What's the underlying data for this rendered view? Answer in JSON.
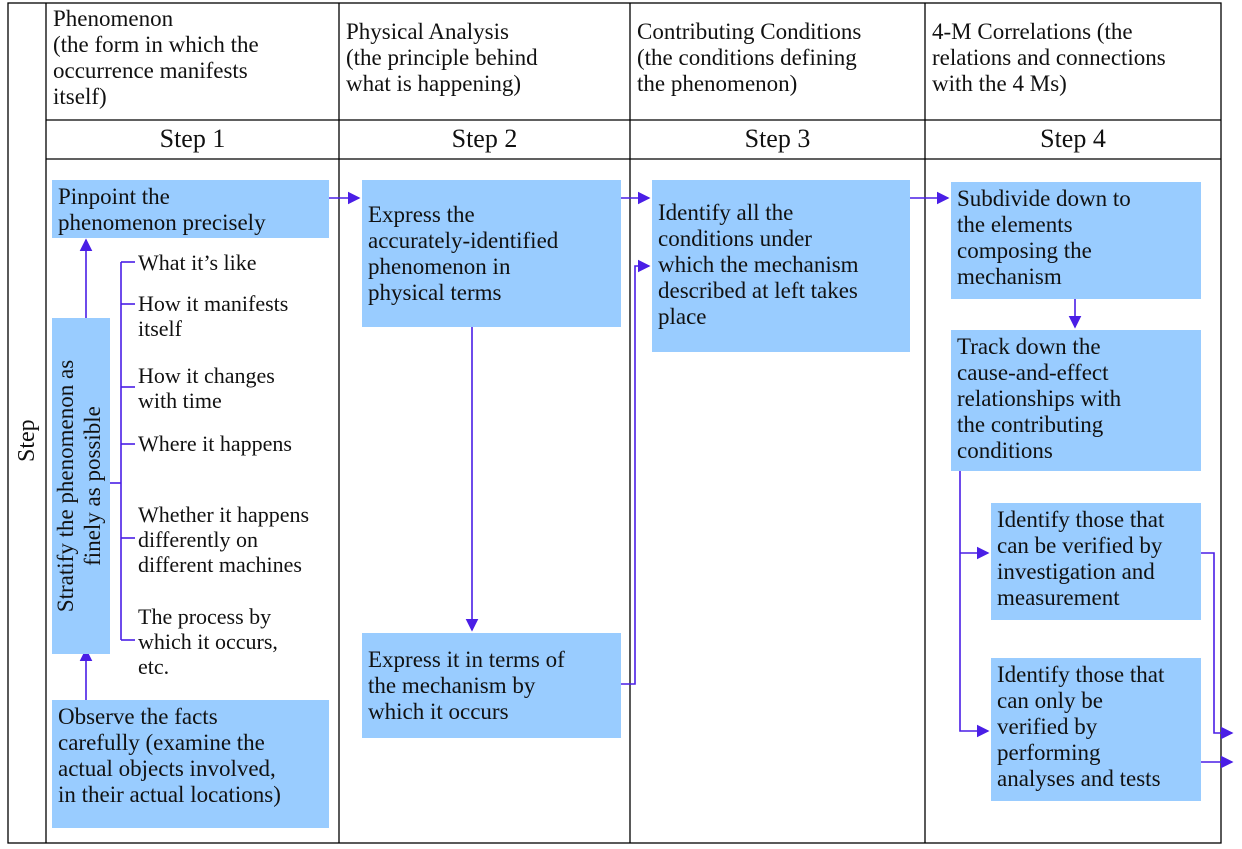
{
  "side_label": "Step",
  "columns": [
    {
      "header": "Phenomenon\n(the form in which the\noccurrence manifests\nitself)",
      "step": "Step 1"
    },
    {
      "header": "Physical Analysis\n(the principle behind\nwhat is happening)",
      "step": "Step 2"
    },
    {
      "header": "Contributing Conditions\n(the conditions defining\nthe phenomenon)",
      "step": "Step 3"
    },
    {
      "header": "4-M Correlations (the\nrelations and connections\nwith the 4 Ms)",
      "step": "Step 4"
    }
  ],
  "col1": {
    "pinpoint": "Pinpoint the\nphenomenon precisely",
    "stratify": "Stratify the phenomenon as\nfinely as possible",
    "observe": "Observe the facts\ncarefully (examine the\nactual objects involved,\nin their actual locations)",
    "items": [
      "What it’s like",
      "How it manifests\nitself",
      "How it changes\nwith time",
      "Where it happens",
      "Whether it happens\ndifferently on\ndifferent machines",
      "The process by\nwhich it occurs,\netc."
    ]
  },
  "col2": {
    "express_physical": "Express the\naccurately-identified\nphenomenon in\nphysical terms",
    "express_mechanism": "Express it in terms of\nthe mechanism by\nwhich it occurs"
  },
  "col3": {
    "identify_conditions": "Identify all the\nconditions under\nwhich the mechanism\ndescribed at left takes\nplace"
  },
  "col4": {
    "subdivide": "Subdivide down to\nthe elements\ncomposing the\nmechanism",
    "track": "Track down the\ncause-and-effect\nrelationships  with\nthe contributing\nconditions",
    "verify_investigation": "Identify those that\ncan be verified by\ninvestigation and\nmeasurement",
    "verify_analysis": "Identify those that\ncan only be\nverified by\nperforming\nanalyses and tests"
  },
  "colors": {
    "box_fill": "#99ccff",
    "arrow": "#4a1ee6",
    "grid": "#000000"
  }
}
